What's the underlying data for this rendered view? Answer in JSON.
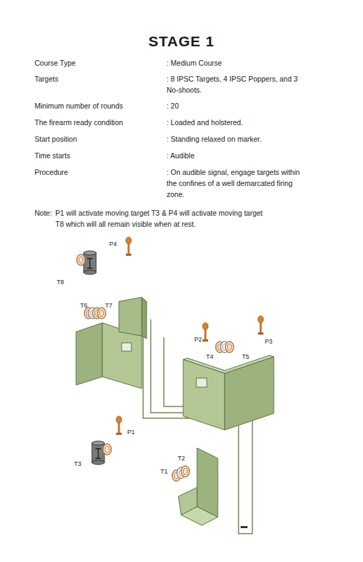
{
  "diagram": {
    "title": "STAGE 1",
    "labels": [
      "Course Type",
      ": Medium Course",
      "Targets",
      ": 8 IPSC Targets, 4 IPSC Poppers, and 3 No-shoots.",
      "Minimum number of rounds",
      ": 20",
      "The firearm ready condition",
      ": Loaded and holstered.",
      "Start position",
      ": Standing relaxed on marker.",
      "Time starts",
      ": Audible",
      "Procedure",
      ": On audible signal, engage targets within the confines of a well demarcated firing zone.",
      "Note:",
      "P1 will activate moving target T3 & P4 will activate moving target T8 which will all remain visible when at rest.",
      "T8",
      "P4",
      "T6",
      "T7",
      "P2",
      "P3",
      "T4",
      "T5",
      "P1",
      "T3",
      "T2",
      "T1"
    ]
  }
}
